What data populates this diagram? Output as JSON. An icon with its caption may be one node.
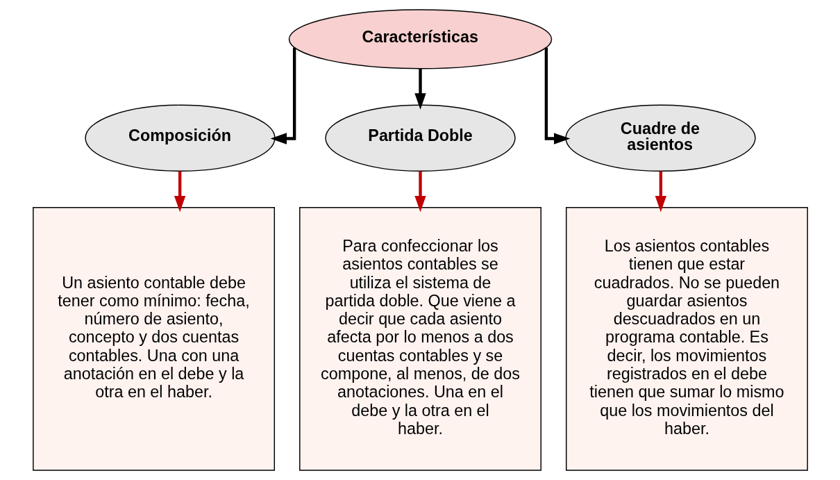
{
  "diagram": {
    "nodes": [
      {
        "text": [
          "Características"
        ]
      },
      {
        "text": [
          "Composición"
        ]
      },
      {
        "text": [
          "Partida Doble"
        ]
      },
      {
        "text": [
          "Cuadre de asientos"
        ]
      },
      {
        "text": [
          "Un asiento contable debe tener como mínimo: fecha, número de asiento, concepto y dos cuentas contables. Una con una anotación en el debe y la otra en el haber."
        ]
      },
      {
        "text": [
          "Para confeccionar los asientos contables se utiliza el sistema de partida doble. Que viene a decir que cada asiento afecta por lo menos a dos cuentas contables y se compone, al menos, de dos anotaciones. Una en el debe y la otra en el haber."
        ]
      },
      {
        "text": [
          "Los asientos contables tienen que estar cuadrados. No se pueden guardar asientos descuadrados en un programa contable. Es decir, los movimientos registrados en el debe tienen que sumar lo mismo que los movimientos del haber."
        ]
      }
    ],
    "edges": [
      {
        "from": 0,
        "to": 1,
        "arrow": "to",
        "color": "#000000"
      },
      {
        "from": 0,
        "to": 2,
        "arrow": "to",
        "color": "#000000"
      },
      {
        "from": 0,
        "to": 3,
        "arrow": "to",
        "color": "#000000"
      },
      {
        "from": 1,
        "to": 4,
        "arrow": "to",
        "color": "#c00000"
      },
      {
        "from": 2,
        "to": 5,
        "arrow": "to",
        "color": "#c00000"
      },
      {
        "from": 3,
        "to": 6,
        "arrow": "to",
        "color": "#c00000"
      }
    ]
  }
}
